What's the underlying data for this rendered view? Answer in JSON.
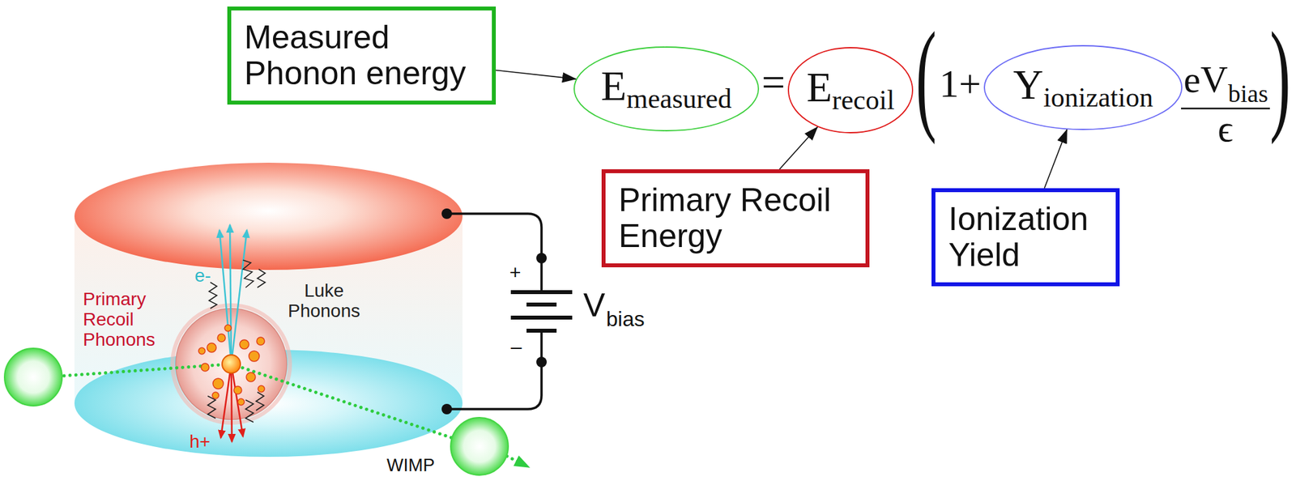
{
  "diagram": {
    "nodes": [
      {
        "text": [
          "Measured Phonon energy"
        ]
      },
      {
        "text": [
          "E",
          "measured"
        ]
      },
      {
        "text": [
          "Primary Recoil Energy"
        ]
      },
      {
        "text": [
          "E",
          "recoil"
        ]
      },
      {
        "text": [
          "Ionization Yield"
        ]
      },
      {
        "text": [
          "Y",
          "ionization"
        ]
      }
    ],
    "edges": [
      {
        "from": 0,
        "to": 1,
        "arrow": "to"
      },
      {
        "from": 2,
        "to": 3,
        "arrow": "to"
      },
      {
        "from": 4,
        "to": 5,
        "arrow": "to"
      }
    ],
    "labels": [
      "=",
      "(",
      "1+",
      "eV",
      "bias",
      "ϵ",
      ")",
      "Primary Recoil Phonons",
      "Luke Phonons",
      "e-",
      "h+",
      "+",
      "–",
      "V",
      "bias",
      "WIMP"
    ]
  }
}
